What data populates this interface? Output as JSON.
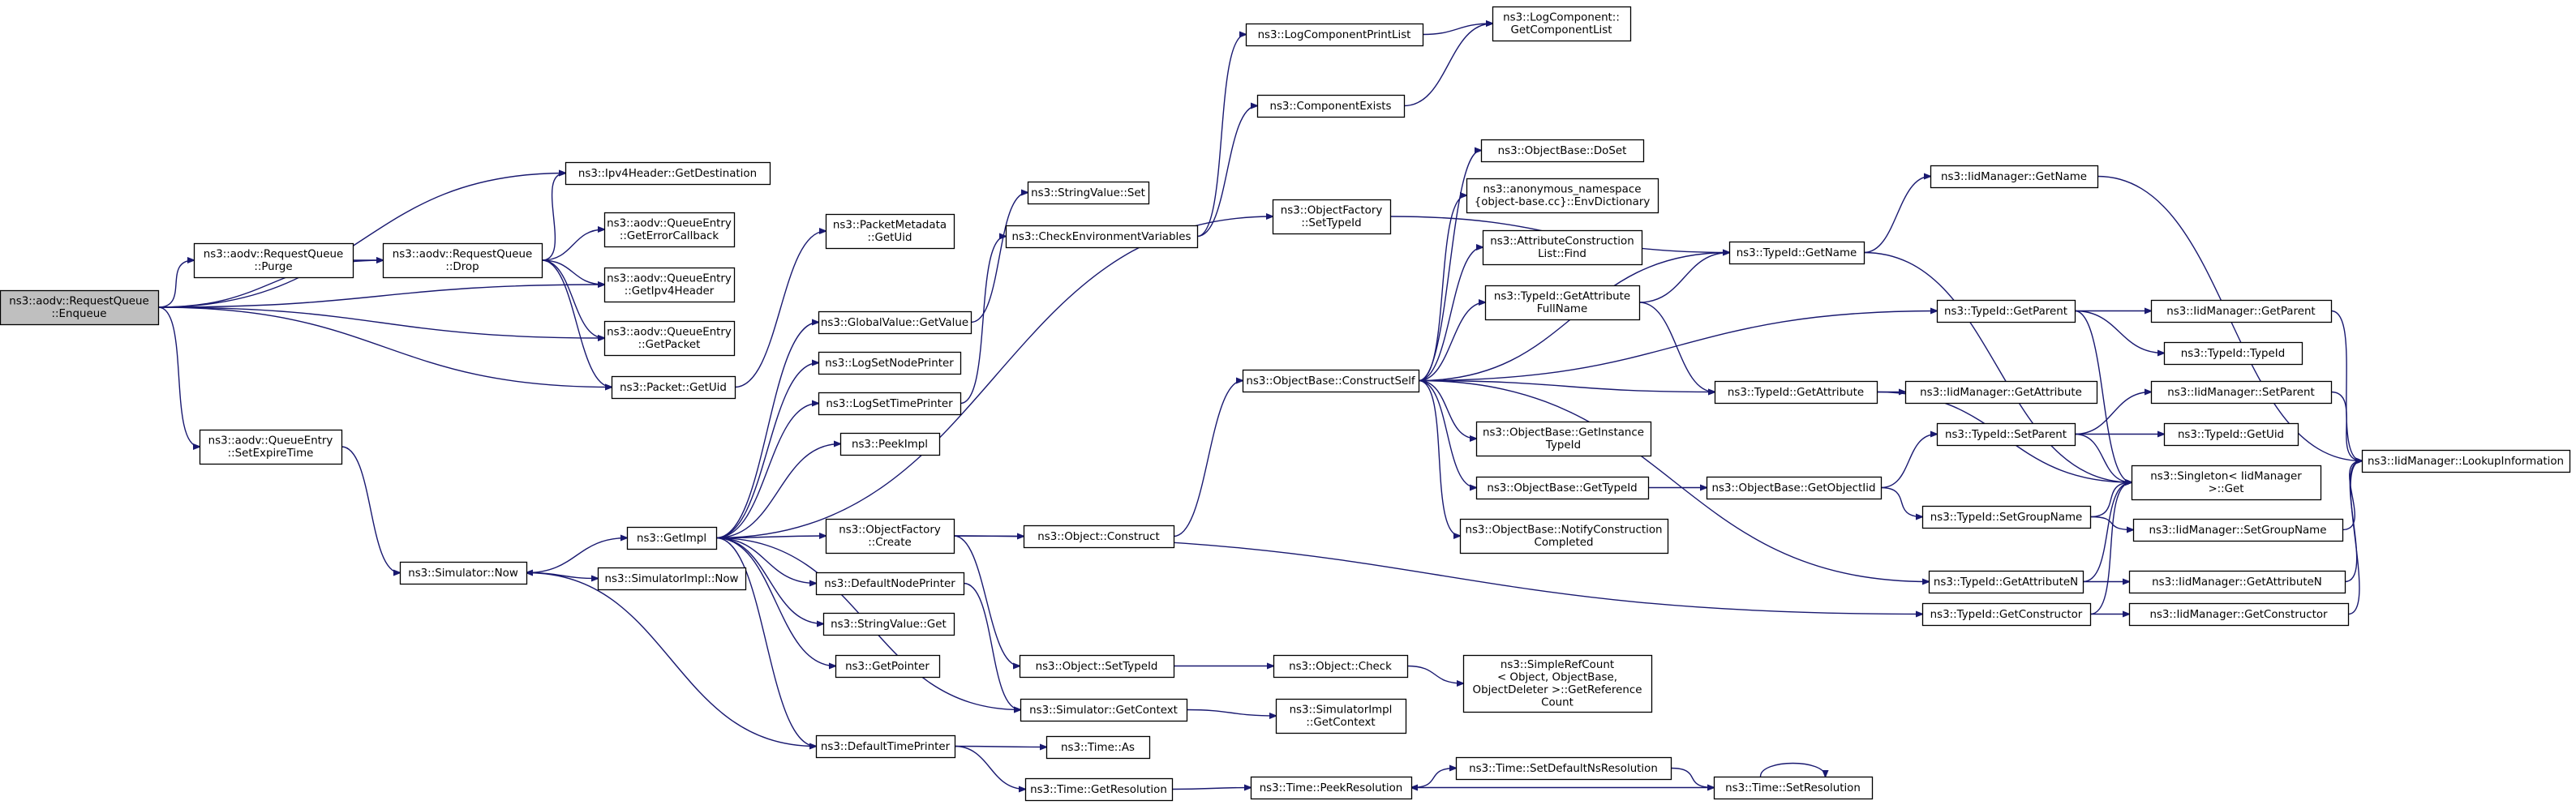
{
  "graph": {
    "nodes": [
      {
        "id": "root",
        "lines": [
          "ns3::aodv::RequestQueue",
          "::Enqueue"
        ],
        "root": true
      },
      {
        "id": "ipv4dest",
        "lines": [
          "ns3::Ipv4Header::GetDestination"
        ]
      },
      {
        "id": "purge",
        "lines": [
          "ns3::aodv::RequestQueue",
          "::Purge"
        ]
      },
      {
        "id": "drop",
        "lines": [
          "ns3::aodv::RequestQueue",
          "::Drop"
        ]
      },
      {
        "id": "errcb",
        "lines": [
          "ns3::aodv::QueueEntry",
          "::GetErrorCallback"
        ]
      },
      {
        "id": "getipv4h",
        "lines": [
          "ns3::aodv::QueueEntry",
          "::GetIpv4Header"
        ]
      },
      {
        "id": "getpacket",
        "lines": [
          "ns3::aodv::QueueEntry",
          "::GetPacket"
        ]
      },
      {
        "id": "pktuid",
        "lines": [
          "ns3::Packet::GetUid"
        ]
      },
      {
        "id": "setexpire",
        "lines": [
          "ns3::aodv::QueueEntry",
          "::SetExpireTime"
        ]
      },
      {
        "id": "simnow",
        "lines": [
          "ns3::Simulator::Now"
        ]
      },
      {
        "id": "getimpl",
        "lines": [
          "ns3::GetImpl"
        ]
      },
      {
        "id": "simimplnow",
        "lines": [
          "ns3::SimulatorImpl::Now"
        ]
      },
      {
        "id": "pktmeta",
        "lines": [
          "ns3::PacketMetadata",
          "::GetUid"
        ]
      },
      {
        "id": "globalval",
        "lines": [
          "ns3::GlobalValue::GetValue"
        ]
      },
      {
        "id": "lognode",
        "lines": [
          "ns3::LogSetNodePrinter"
        ]
      },
      {
        "id": "logtime",
        "lines": [
          "ns3::LogSetTimePrinter"
        ]
      },
      {
        "id": "peekimpl",
        "lines": [
          "ns3::PeekImpl"
        ]
      },
      {
        "id": "objfcreate",
        "lines": [
          "ns3::ObjectFactory",
          "::Create"
        ]
      },
      {
        "id": "defnode",
        "lines": [
          "ns3::DefaultNodePrinter"
        ]
      },
      {
        "id": "strget",
        "lines": [
          "ns3::StringValue::Get"
        ]
      },
      {
        "id": "getptr",
        "lines": [
          "ns3::GetPointer"
        ]
      },
      {
        "id": "deftime",
        "lines": [
          "ns3::DefaultTimePrinter"
        ]
      },
      {
        "id": "strset",
        "lines": [
          "ns3::StringValue::Set"
        ]
      },
      {
        "id": "checkenv",
        "lines": [
          "ns3::CheckEnvironmentVariables"
        ]
      },
      {
        "id": "logcomplist",
        "lines": [
          "ns3::LogComponentPrintList"
        ]
      },
      {
        "id": "compexists",
        "lines": [
          "ns3::ComponentExists"
        ]
      },
      {
        "id": "getcomplist",
        "lines": [
          "ns3::LogComponent::",
          "GetComponentList"
        ]
      },
      {
        "id": "objfsettid",
        "lines": [
          "ns3::ObjectFactory",
          "::SetTypeId"
        ]
      },
      {
        "id": "construct",
        "lines": [
          "ns3::ObjectBase::ConstructSelf"
        ]
      },
      {
        "id": "objconstruct",
        "lines": [
          "ns3::Object::Construct"
        ]
      },
      {
        "id": "objsettid",
        "lines": [
          "ns3::Object::SetTypeId"
        ]
      },
      {
        "id": "simctx",
        "lines": [
          "ns3::Simulator::GetContext"
        ]
      },
      {
        "id": "timeas",
        "lines": [
          "ns3::Time::As"
        ]
      },
      {
        "id": "timegetres",
        "lines": [
          "ns3::Time::GetResolution"
        ]
      },
      {
        "id": "objcheck",
        "lines": [
          "ns3::Object::Check"
        ]
      },
      {
        "id": "simimplctx",
        "lines": [
          "ns3::SimulatorImpl",
          "::GetContext"
        ]
      },
      {
        "id": "refcount",
        "lines": [
          "ns3::SimpleRefCount",
          "< Object, ObjectBase,",
          "ObjectDeleter >::GetReference",
          "Count"
        ]
      },
      {
        "id": "peekres",
        "lines": [
          "ns3::Time::PeekResolution"
        ]
      },
      {
        "id": "setdefns",
        "lines": [
          "ns3::Time::SetDefaultNsResolution"
        ]
      },
      {
        "id": "setres",
        "lines": [
          "ns3::Time::SetResolution"
        ]
      },
      {
        "id": "doset",
        "lines": [
          "ns3::ObjectBase::DoSet"
        ]
      },
      {
        "id": "envdict",
        "lines": [
          "ns3::anonymous_namespace",
          "{object-base.cc}::EnvDictionary"
        ]
      },
      {
        "id": "attrfind",
        "lines": [
          "ns3::AttributeConstruction",
          "List::Find"
        ]
      },
      {
        "id": "tidgetname",
        "lines": [
          "ns3::TypeId::GetName"
        ]
      },
      {
        "id": "tidattrfull",
        "lines": [
          "ns3::TypeId::GetAttribute",
          "FullName"
        ]
      },
      {
        "id": "tidgetattr",
        "lines": [
          "ns3::TypeId::GetAttribute"
        ]
      },
      {
        "id": "obgetinst",
        "lines": [
          "ns3::ObjectBase::GetInstance",
          "TypeId"
        ]
      },
      {
        "id": "obgettid",
        "lines": [
          "ns3::ObjectBase::GetTypeId"
        ]
      },
      {
        "id": "obnotify",
        "lines": [
          "ns3::ObjectBase::NotifyConstruction",
          "Completed"
        ]
      },
      {
        "id": "getobjtid",
        "lines": [
          "ns3::ObjectBase::GetObjectIid"
        ]
      },
      {
        "id": "tidsetparent",
        "lines": [
          "ns3::TypeId::SetParent"
        ]
      },
      {
        "id": "tidsetgroup",
        "lines": [
          "ns3::TypeId::SetGroupName"
        ]
      },
      {
        "id": "tidgetattrn",
        "lines": [
          "ns3::TypeId::GetAttributeN"
        ]
      },
      {
        "id": "tidgetctor",
        "lines": [
          "ns3::TypeId::GetConstructor"
        ]
      },
      {
        "id": "iidgetname",
        "lines": [
          "ns3::IidManager::GetName"
        ]
      },
      {
        "id": "tidgetparent",
        "lines": [
          "ns3::TypeId::GetParent"
        ]
      },
      {
        "id": "iidgetparent",
        "lines": [
          "ns3::IidManager::GetParent"
        ]
      },
      {
        "id": "tidtypeid",
        "lines": [
          "ns3::TypeId::TypeId"
        ]
      },
      {
        "id": "iidgetattr",
        "lines": [
          "ns3::IidManager::GetAttribute"
        ]
      },
      {
        "id": "iidsetparent",
        "lines": [
          "ns3::IidManager::SetParent"
        ]
      },
      {
        "id": "tidgetuid",
        "lines": [
          "ns3::TypeId::GetUid"
        ]
      },
      {
        "id": "singleton",
        "lines": [
          "ns3::Singleton< IidManager",
          ">::Get"
        ]
      },
      {
        "id": "iidsetgroup",
        "lines": [
          "ns3::IidManager::SetGroupName"
        ]
      },
      {
        "id": "iidgetattrn",
        "lines": [
          "ns3::IidManager::GetAttributeN"
        ]
      },
      {
        "id": "iidgetctor",
        "lines": [
          "ns3::IidManager::GetConstructor"
        ]
      },
      {
        "id": "lookup",
        "lines": [
          "ns3::IidManager::LookupInformation"
        ]
      }
    ],
    "edges": [
      [
        "root",
        "ipv4dest"
      ],
      [
        "root",
        "purge"
      ],
      [
        "root",
        "drop"
      ],
      [
        "root",
        "getipv4h"
      ],
      [
        "root",
        "getpacket"
      ],
      [
        "root",
        "pktuid"
      ],
      [
        "root",
        "setexpire"
      ],
      [
        "purge",
        "drop"
      ],
      [
        "drop",
        "ipv4dest"
      ],
      [
        "drop",
        "errcb"
      ],
      [
        "drop",
        "getipv4h"
      ],
      [
        "drop",
        "getpacket"
      ],
      [
        "drop",
        "pktuid"
      ],
      [
        "pktuid",
        "pktmeta"
      ],
      [
        "setexpire",
        "simnow"
      ],
      [
        "simnow",
        "getimpl"
      ],
      [
        "simnow",
        "simimplnow"
      ],
      [
        "getimpl",
        "globalval"
      ],
      [
        "getimpl",
        "lognode"
      ],
      [
        "getimpl",
        "logtime"
      ],
      [
        "getimpl",
        "peekimpl"
      ],
      [
        "getimpl",
        "objfsettid"
      ],
      [
        "getimpl",
        "objfcreate"
      ],
      [
        "getimpl",
        "defnode"
      ],
      [
        "getimpl",
        "strget"
      ],
      [
        "getimpl",
        "getptr"
      ],
      [
        "getimpl",
        "deftime"
      ],
      [
        "getimpl",
        "simctx"
      ],
      [
        "globalval",
        "strset"
      ],
      [
        "logtime",
        "checkenv"
      ],
      [
        "checkenv",
        "logcomplist"
      ],
      [
        "checkenv",
        "compexists"
      ],
      [
        "logcomplist",
        "getcomplist"
      ],
      [
        "compexists",
        "getcomplist"
      ],
      [
        "objfsettid",
        "tidgetname"
      ],
      [
        "objfcreate",
        "objconstruct"
      ],
      [
        "objfcreate",
        "objsettid"
      ],
      [
        "objfcreate",
        "tidgetctor"
      ],
      [
        "objconstruct",
        "construct"
      ],
      [
        "defnode",
        "simctx"
      ],
      [
        "deftime",
        "simnow"
      ],
      [
        "deftime",
        "timeas"
      ],
      [
        "deftime",
        "timegetres"
      ],
      [
        "objsettid",
        "objcheck"
      ],
      [
        "objcheck",
        "refcount"
      ],
      [
        "simctx",
        "simimplctx"
      ],
      [
        "timegetres",
        "peekres"
      ],
      [
        "peekres",
        "setdefns"
      ],
      [
        "setdefns",
        "setres"
      ],
      [
        "setres",
        "peekres"
      ],
      [
        "setres",
        "setres"
      ],
      [
        "construct",
        "doset"
      ],
      [
        "construct",
        "envdict"
      ],
      [
        "construct",
        "attrfind"
      ],
      [
        "construct",
        "tidgetname"
      ],
      [
        "construct",
        "tidattrfull"
      ],
      [
        "construct",
        "tidgetattr"
      ],
      [
        "construct",
        "obgetinst"
      ],
      [
        "construct",
        "obgettid"
      ],
      [
        "construct",
        "obnotify"
      ],
      [
        "construct",
        "tidgetattrn"
      ],
      [
        "construct",
        "tidgetparent"
      ],
      [
        "tidattrfull",
        "tidgetname"
      ],
      [
        "tidattrfull",
        "tidgetattr"
      ],
      [
        "obgettid",
        "getobjtid"
      ],
      [
        "getobjtid",
        "tidsetparent"
      ],
      [
        "getobjtid",
        "tidsetgroup"
      ],
      [
        "tidgetname",
        "iidgetname"
      ],
      [
        "tidgetname",
        "singleton"
      ],
      [
        "tidgetattr",
        "iidgetattr"
      ],
      [
        "tidgetattr",
        "singleton"
      ],
      [
        "tidgetparent",
        "iidgetparent"
      ],
      [
        "tidgetparent",
        "tidtypeid"
      ],
      [
        "tidgetparent",
        "singleton"
      ],
      [
        "tidsetparent",
        "iidsetparent"
      ],
      [
        "tidsetparent",
        "tidgetuid"
      ],
      [
        "tidsetparent",
        "singleton"
      ],
      [
        "tidsetgroup",
        "iidsetgroup"
      ],
      [
        "tidsetgroup",
        "singleton"
      ],
      [
        "tidgetattrn",
        "iidgetattrn"
      ],
      [
        "tidgetattrn",
        "singleton"
      ],
      [
        "tidgetctor",
        "iidgetctor"
      ],
      [
        "tidgetctor",
        "singleton"
      ],
      [
        "iidgetname",
        "lookup"
      ],
      [
        "iidgetparent",
        "lookup"
      ],
      [
        "iidsetparent",
        "lookup"
      ],
      [
        "iidsetgroup",
        "lookup"
      ],
      [
        "iidgetattrn",
        "lookup"
      ],
      [
        "iidgetctor",
        "lookup"
      ]
    ]
  }
}
